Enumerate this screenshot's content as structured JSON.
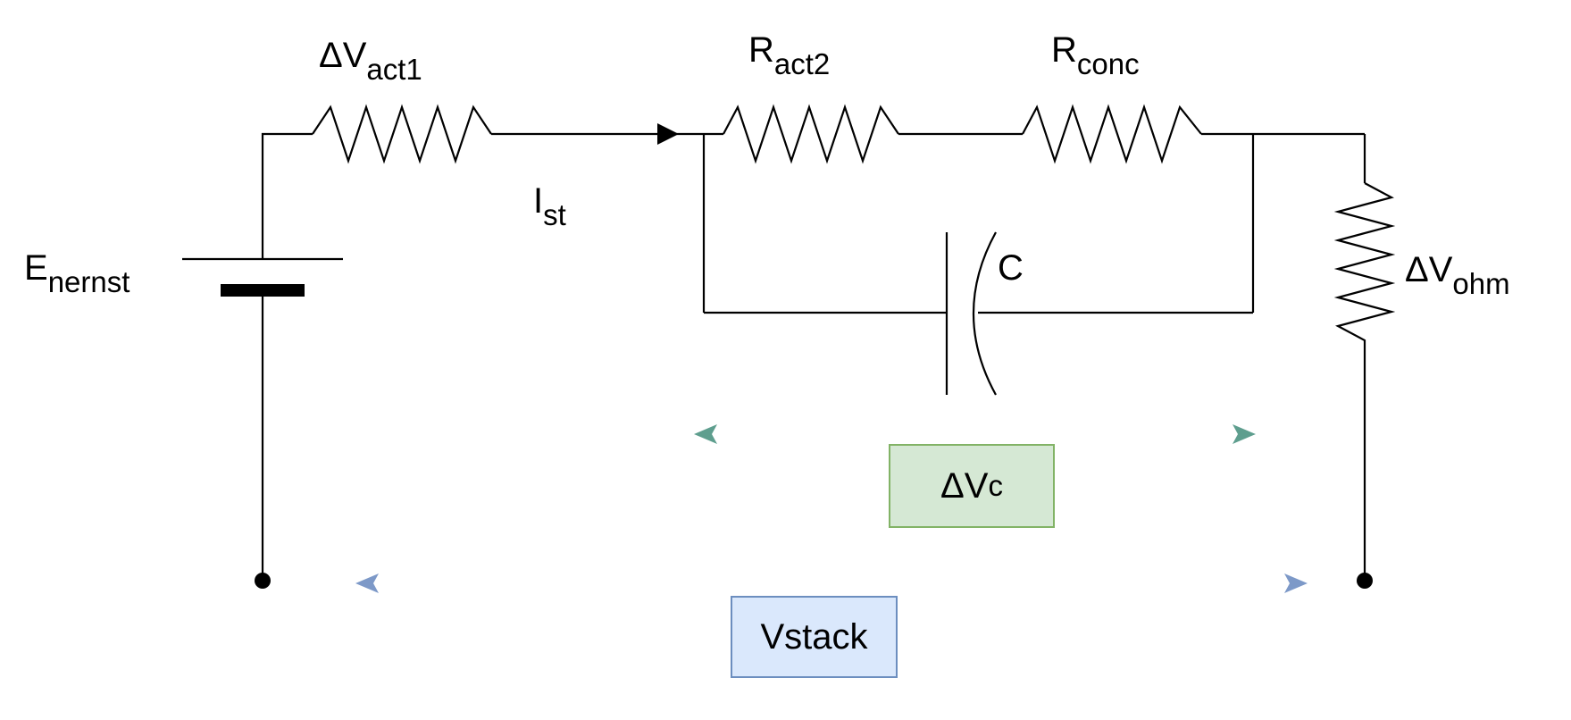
{
  "labels": {
    "v_act1": {
      "main": "ΔV",
      "sub": "act1"
    },
    "r_act2": {
      "main": "R",
      "sub": "act2"
    },
    "r_conc": {
      "main": "R",
      "sub": "conc"
    },
    "i_st": {
      "main": "I",
      "sub": "st"
    },
    "e_nernst": {
      "main": "E",
      "sub": "nernst"
    },
    "capacitor": {
      "main": "C"
    },
    "v_ohm": {
      "main": "ΔV",
      "sub": "ohm"
    },
    "v_c": {
      "main": "ΔV",
      "sub": "c"
    },
    "v_stack": {
      "main": "Vstack"
    }
  },
  "colors": {
    "wire": "#000000",
    "dv_c_arrow": "#5e9e8e",
    "dv_c_box_fill": "#d5e8d4",
    "dv_c_box_border": "#82b366",
    "v_stack_arrow": "#6c8ebf",
    "v_stack_box_fill": "#dae8fc",
    "v_stack_box_border": "#6c8ebf"
  }
}
